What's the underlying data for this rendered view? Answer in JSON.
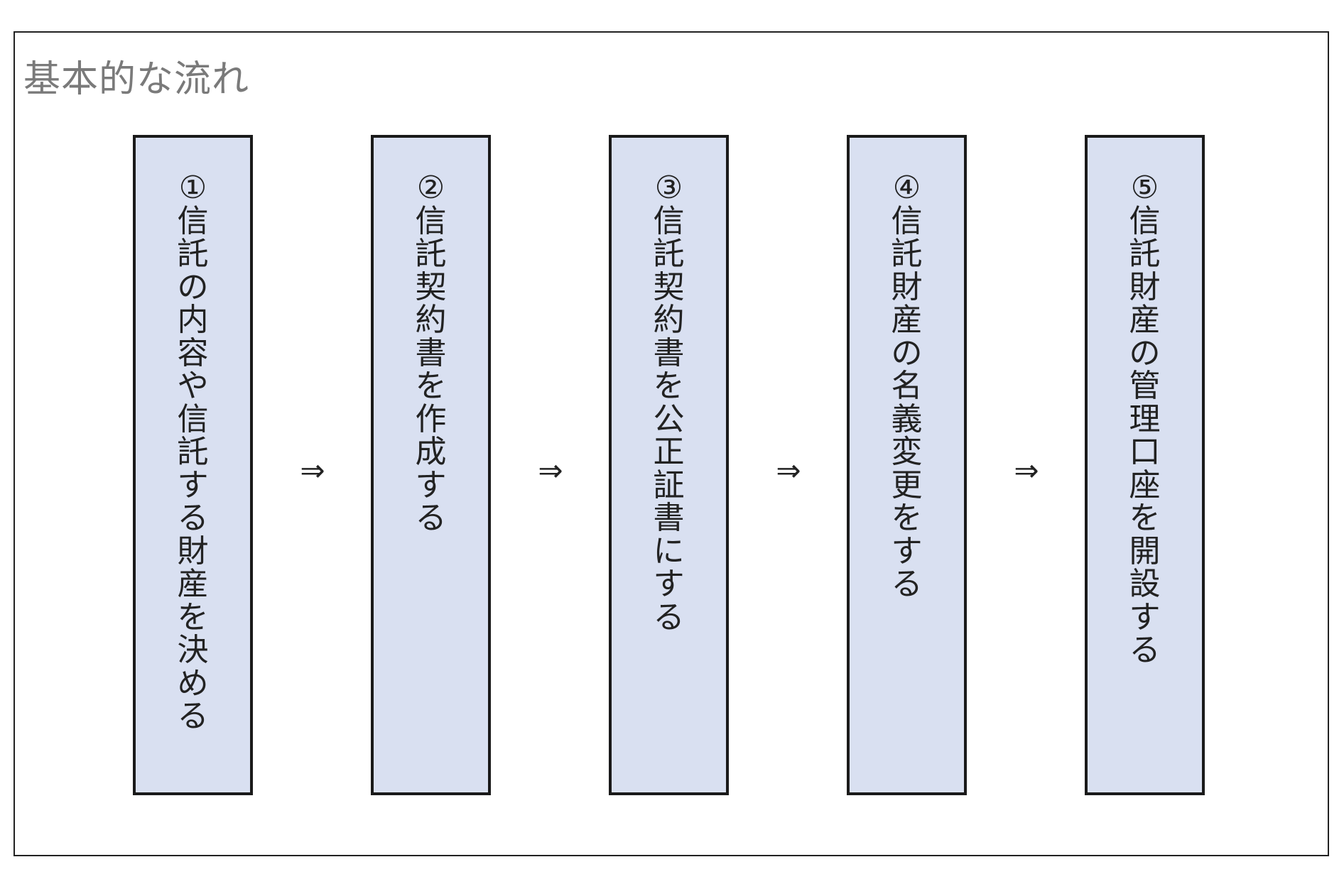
{
  "title": "基本的な流れ",
  "colors": {
    "box_fill": "#d9e0f1",
    "box_border": "#1a1a1a",
    "title_text": "#7a7a7a",
    "frame_border": "#222222"
  },
  "steps": [
    {
      "number": "①",
      "label": "信託の内容や信託する財産を決める"
    },
    {
      "number": "②",
      "label": "信託契約書を作成する"
    },
    {
      "number": "③",
      "label": "信託契約書を公正証書にする"
    },
    {
      "number": "④",
      "label": "信託財産の名義変更をする"
    },
    {
      "number": "⑤",
      "label": "信託財産の管理口座を開設する"
    }
  ],
  "arrow_symbol": "⇒"
}
